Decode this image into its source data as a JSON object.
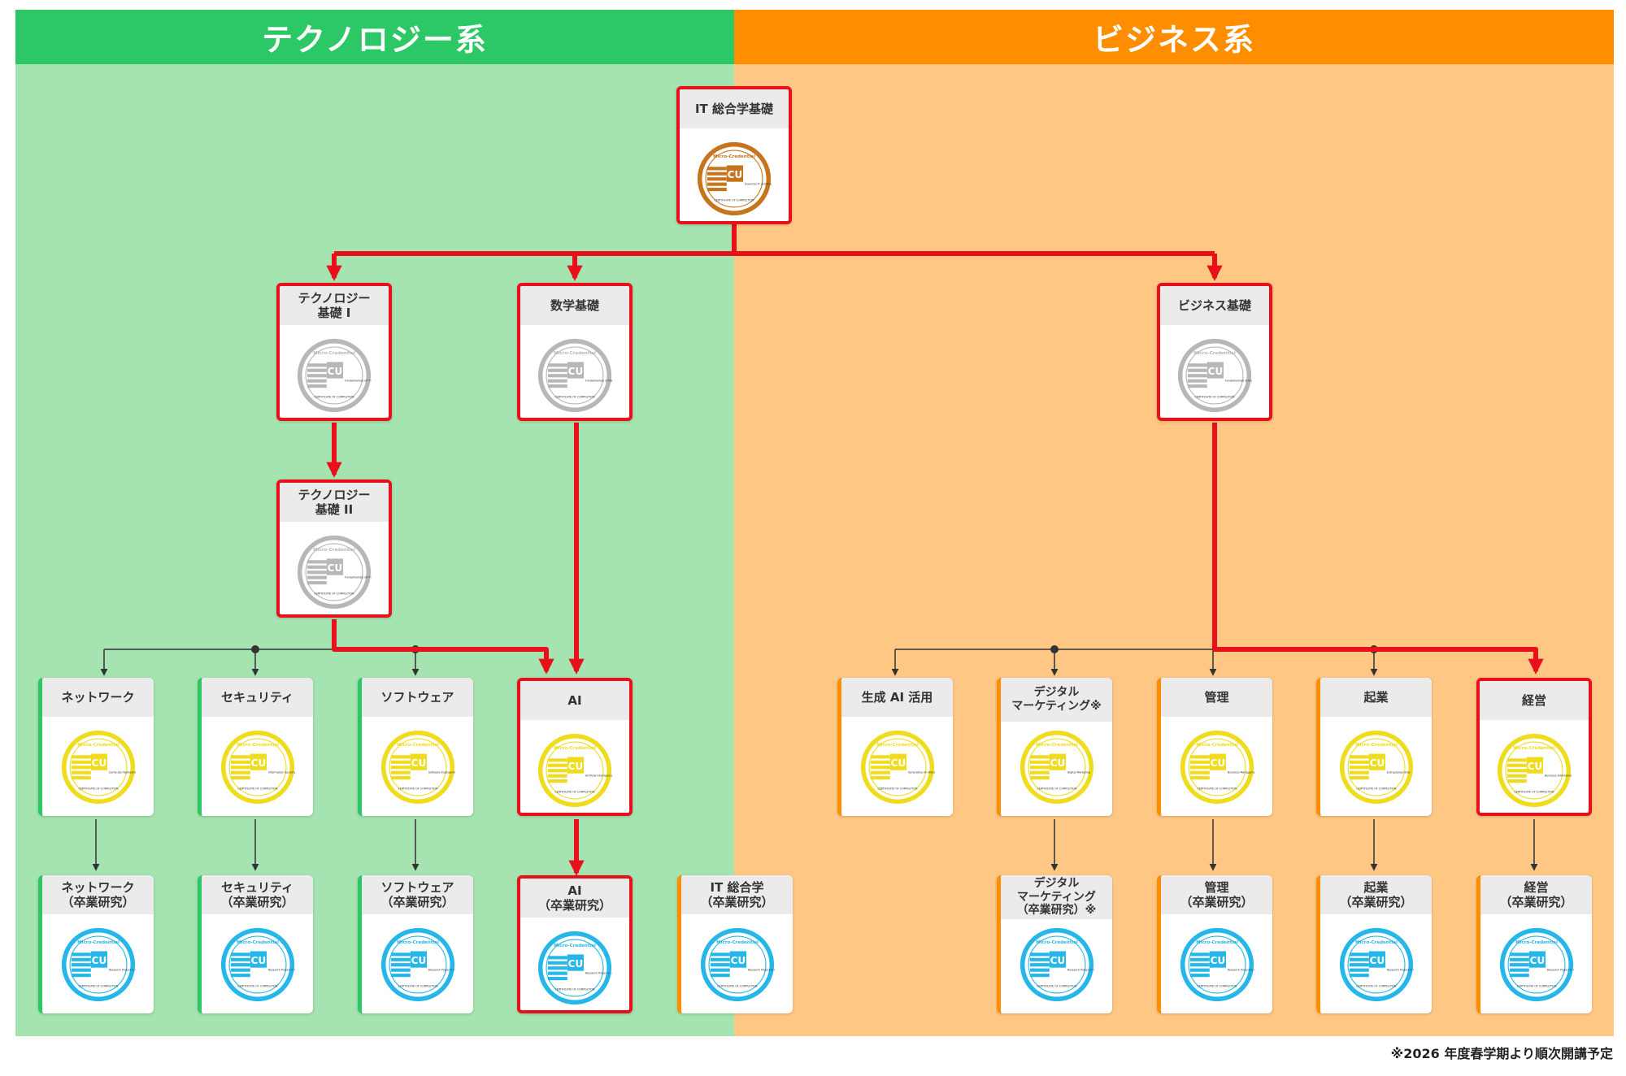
{
  "headers": {
    "technology": "テクノロジー系",
    "business": "ビジネス系"
  },
  "colors": {
    "tech_header": "#2dc866",
    "tech_region": "#a5e3b0",
    "biz_header": "#fe8e00",
    "biz_region": "#fec784",
    "path_red": "#e8101a",
    "connector": "#333333",
    "badge_bronze": "#c7741f",
    "badge_silver": "#b7b7b7",
    "badge_gold": "#f0dc1e",
    "badge_blue": "#26b7e8"
  },
  "badge_text": {
    "brand": "Micro-Credential",
    "mark": "CU",
    "foot": "CERTIFICATE OF COMPLETION"
  },
  "cards": {
    "it_foundation": {
      "title": "IT 総合学基礎",
      "badge": "bronze",
      "badge_caption": "Essential IT and Business Skills"
    },
    "tech_basic_1": {
      "title": "テクノロジー\n基礎 I",
      "badge": "silver",
      "badge_caption": "Fundamentals of IT Level 2"
    },
    "math_basic": {
      "title": "数学基礎",
      "badge": "silver",
      "badge_caption": "Fundamentals of Mathematics"
    },
    "biz_basic": {
      "title": "ビジネス基礎",
      "badge": "silver",
      "badge_caption": "Fundamentals of Business"
    },
    "tech_basic_2": {
      "title": "テクノロジー\n基礎 II",
      "badge": "silver",
      "badge_caption": "Fundamentals of IT Level 3"
    },
    "network": {
      "title": "ネットワーク",
      "badge": "gold",
      "badge_caption": "Computer Networking"
    },
    "security": {
      "title": "セキュリティ",
      "badge": "gold",
      "badge_caption": "Information Security"
    },
    "software": {
      "title": "ソフトウェア",
      "badge": "gold",
      "badge_caption": "Software Engineering"
    },
    "ai": {
      "title": "AI",
      "badge": "gold",
      "badge_caption": "Artificial Intelligence"
    },
    "gen_ai": {
      "title": "生成 AI 活用",
      "badge": "gold",
      "badge_caption": "Generative AI Utilization"
    },
    "digital_marketing": {
      "title": "デジタル\nマーケティング※",
      "badge": "gold",
      "badge_caption": "Digital Marketing"
    },
    "management": {
      "title": "管理",
      "badge": "gold",
      "badge_caption": "Business Management"
    },
    "entrepreneurship": {
      "title": "起業",
      "badge": "gold",
      "badge_caption": "Entrepreneurship"
    },
    "business_admin": {
      "title": "経営",
      "badge": "gold",
      "badge_caption": "Business Administration"
    },
    "network_research": {
      "title": "ネットワーク\n（卒業研究）",
      "badge": "blue",
      "badge_caption": "Research Project in Computer Networking"
    },
    "security_research": {
      "title": "セキュリティ\n（卒業研究）",
      "badge": "blue",
      "badge_caption": "Research Project in Information Security"
    },
    "software_research": {
      "title": "ソフトウェア\n（卒業研究）",
      "badge": "blue",
      "badge_caption": "Research Project in Software Engineering"
    },
    "ai_research": {
      "title": "AI\n（卒業研究）",
      "badge": "blue",
      "badge_caption": "Research Project in Artificial Intelligence"
    },
    "it_research": {
      "title": "IT 総合学\n（卒業研究）",
      "badge": "blue",
      "badge_caption": "Research Project in IT and Business"
    },
    "dm_research": {
      "title": "デジタル\nマーケティング\n（卒業研究）※",
      "badge": "blue",
      "badge_caption": "Research Project in Digital Marketing"
    },
    "management_research": {
      "title": "管理\n（卒業研究）",
      "badge": "blue",
      "badge_caption": "Research Project in Business Management"
    },
    "entre_research": {
      "title": "起業\n（卒業研究）",
      "badge": "blue",
      "badge_caption": "Research Project in Entrepreneurship"
    },
    "admin_research": {
      "title": "経営\n（卒業研究）",
      "badge": "blue",
      "badge_caption": "Research Project in Business Administration"
    }
  },
  "note": "※2026 年度春学期より順次開講予定"
}
